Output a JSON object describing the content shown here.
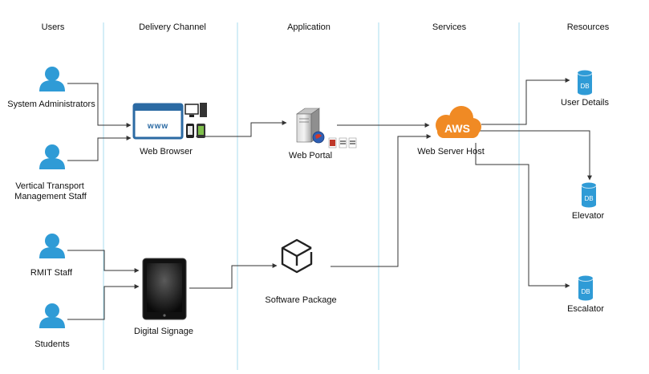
{
  "columns": [
    "Users",
    "Delivery Channel",
    "Application",
    "Services",
    "Resources"
  ],
  "users": {
    "sysadmin": "System Administrators",
    "vt_line1": "Vertical Transport",
    "vt_line2": "Management Staff",
    "rmit": "RMIT Staff",
    "students": "Students"
  },
  "channels": {
    "web_browser": "Web Browser",
    "www": "www",
    "digital_signage": "Digital Signage"
  },
  "applications": {
    "web_portal": "Web Portal",
    "software_package": "Software Package"
  },
  "services": {
    "aws": "AWS",
    "web_server_host": "Web Server Host"
  },
  "resources": {
    "db_label": "DB",
    "user_details": "User Details",
    "elevator": "Elevator",
    "escalator": "Escalator"
  },
  "colors": {
    "accent_blue": "#2f9bd6",
    "divider": "#a9dcef",
    "aws_orange": "#f08a24",
    "browser_blue": "#2b6aa3",
    "line": "#333333"
  }
}
